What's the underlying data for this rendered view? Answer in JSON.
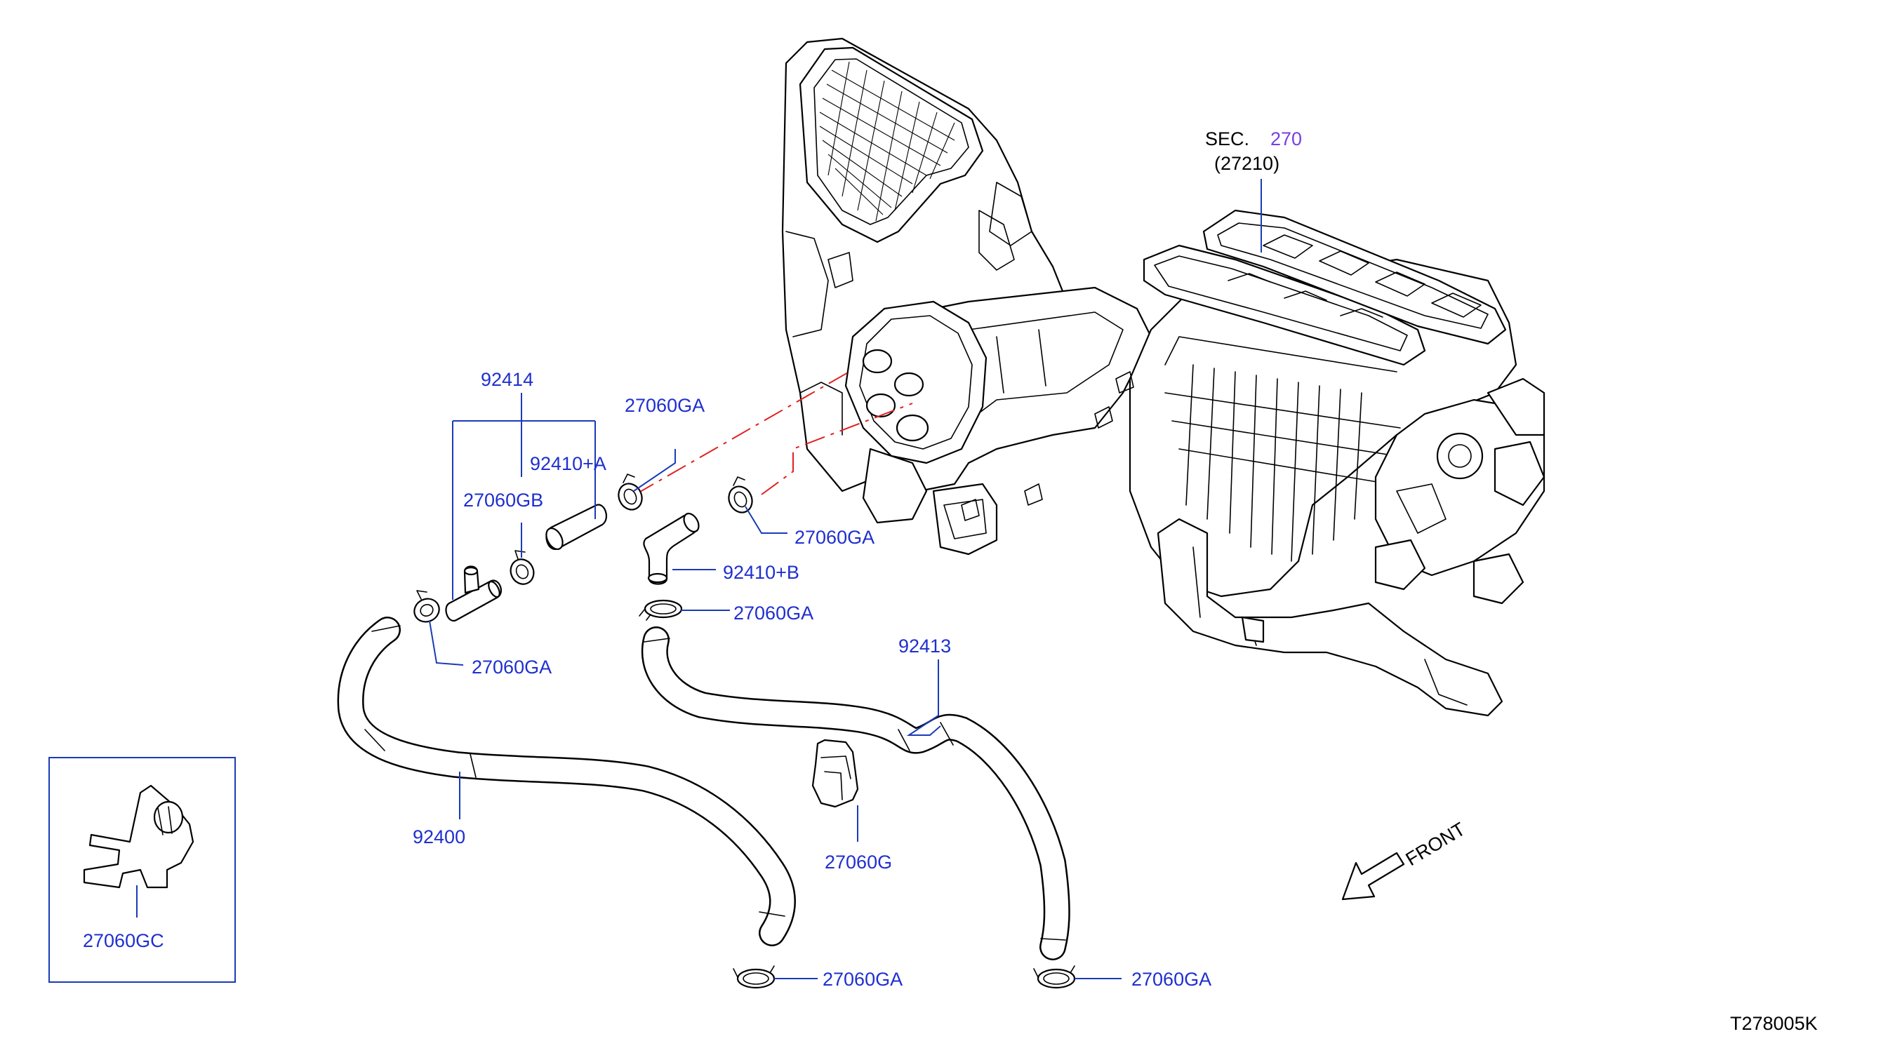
{
  "colors": {
    "part_label": "#1f2fd0",
    "sec_number": "#7a3fe0",
    "leader_line": "#1a3bb8",
    "center_line": "#e0201e",
    "outline": "#000000"
  },
  "section_ref": {
    "prefix": "SEC.",
    "number": "270",
    "sub": "(27210)"
  },
  "labels": {
    "p92414": "92414",
    "p27060GA_top": "27060GA",
    "p92410A": "92410+A",
    "p27060GB": "27060GB",
    "p27060GA_right": "27060GA",
    "p92410B": "92410+B",
    "p27060GA_mid": "27060GA",
    "p27060GA_left": "27060GA",
    "p92413": "92413",
    "p92400": "92400",
    "p27060G": "27060G",
    "p27060GC": "27060GC",
    "p27060GA_bottom1": "27060GA",
    "p27060GA_bottom2": "27060GA"
  },
  "direction": "FRONT",
  "diagram_code": "T278005K"
}
